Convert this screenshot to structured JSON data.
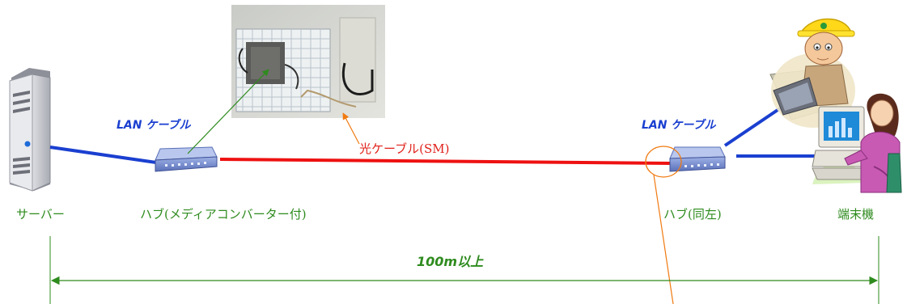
{
  "labels": {
    "server": "サーバー",
    "hub_left": "ハブ(メディアコンバーター付)",
    "hub_right": "ハブ(同左)",
    "terminal": "端末機",
    "lan_left": "LAN ケーブル",
    "lan_right": "LAN ケーブル",
    "fiber": "光ケーブル(SM)",
    "distance": "100m以上"
  },
  "colors": {
    "fiber_cable": "#ee1111",
    "lan_cable": "#1a3fd0",
    "dimension": "#2e8b1e",
    "pointer_green": "#2e8b1e",
    "pointer_orange": "#f07a10"
  },
  "icons": {
    "server": "tower-server-icon",
    "hub": "network-hub-icon",
    "photo": "media-converter-photo",
    "worker": "worker-with-laptop-icon",
    "user": "user-at-computer-icon"
  }
}
